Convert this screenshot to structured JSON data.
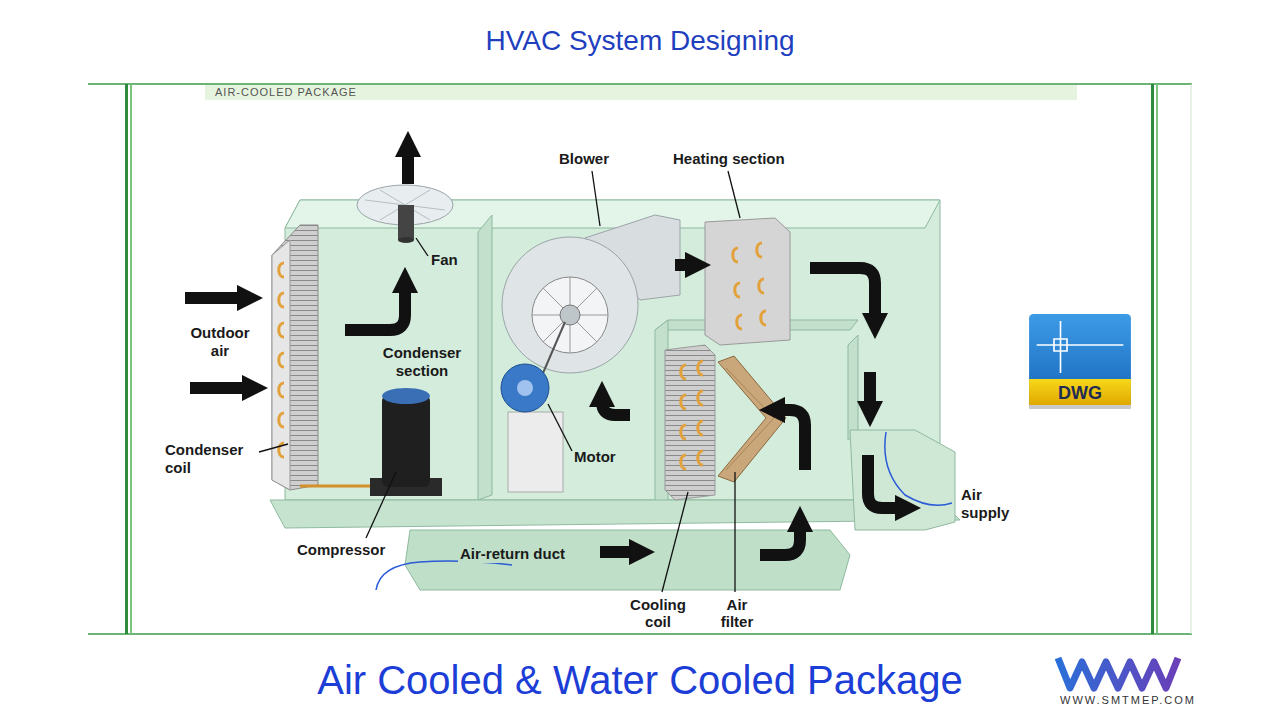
{
  "diagram": {
    "title": "HVAC System Designing",
    "caption": "Air Cooled & Water Cooled Package",
    "nodes": [
      {
        "text": [
          "DWG"
        ]
      }
    ],
    "labels": [
      "AIR-COOLED PACKAGE",
      "Blower",
      "Heating section",
      "Fan",
      "Outdoor air",
      "Condenser section",
      "Condenser coil",
      "Motor",
      "Compressor",
      "Air-return duct",
      "Cooling coil",
      "Air filter",
      "Air supply",
      "WWW.SMTMEP.COM"
    ]
  }
}
